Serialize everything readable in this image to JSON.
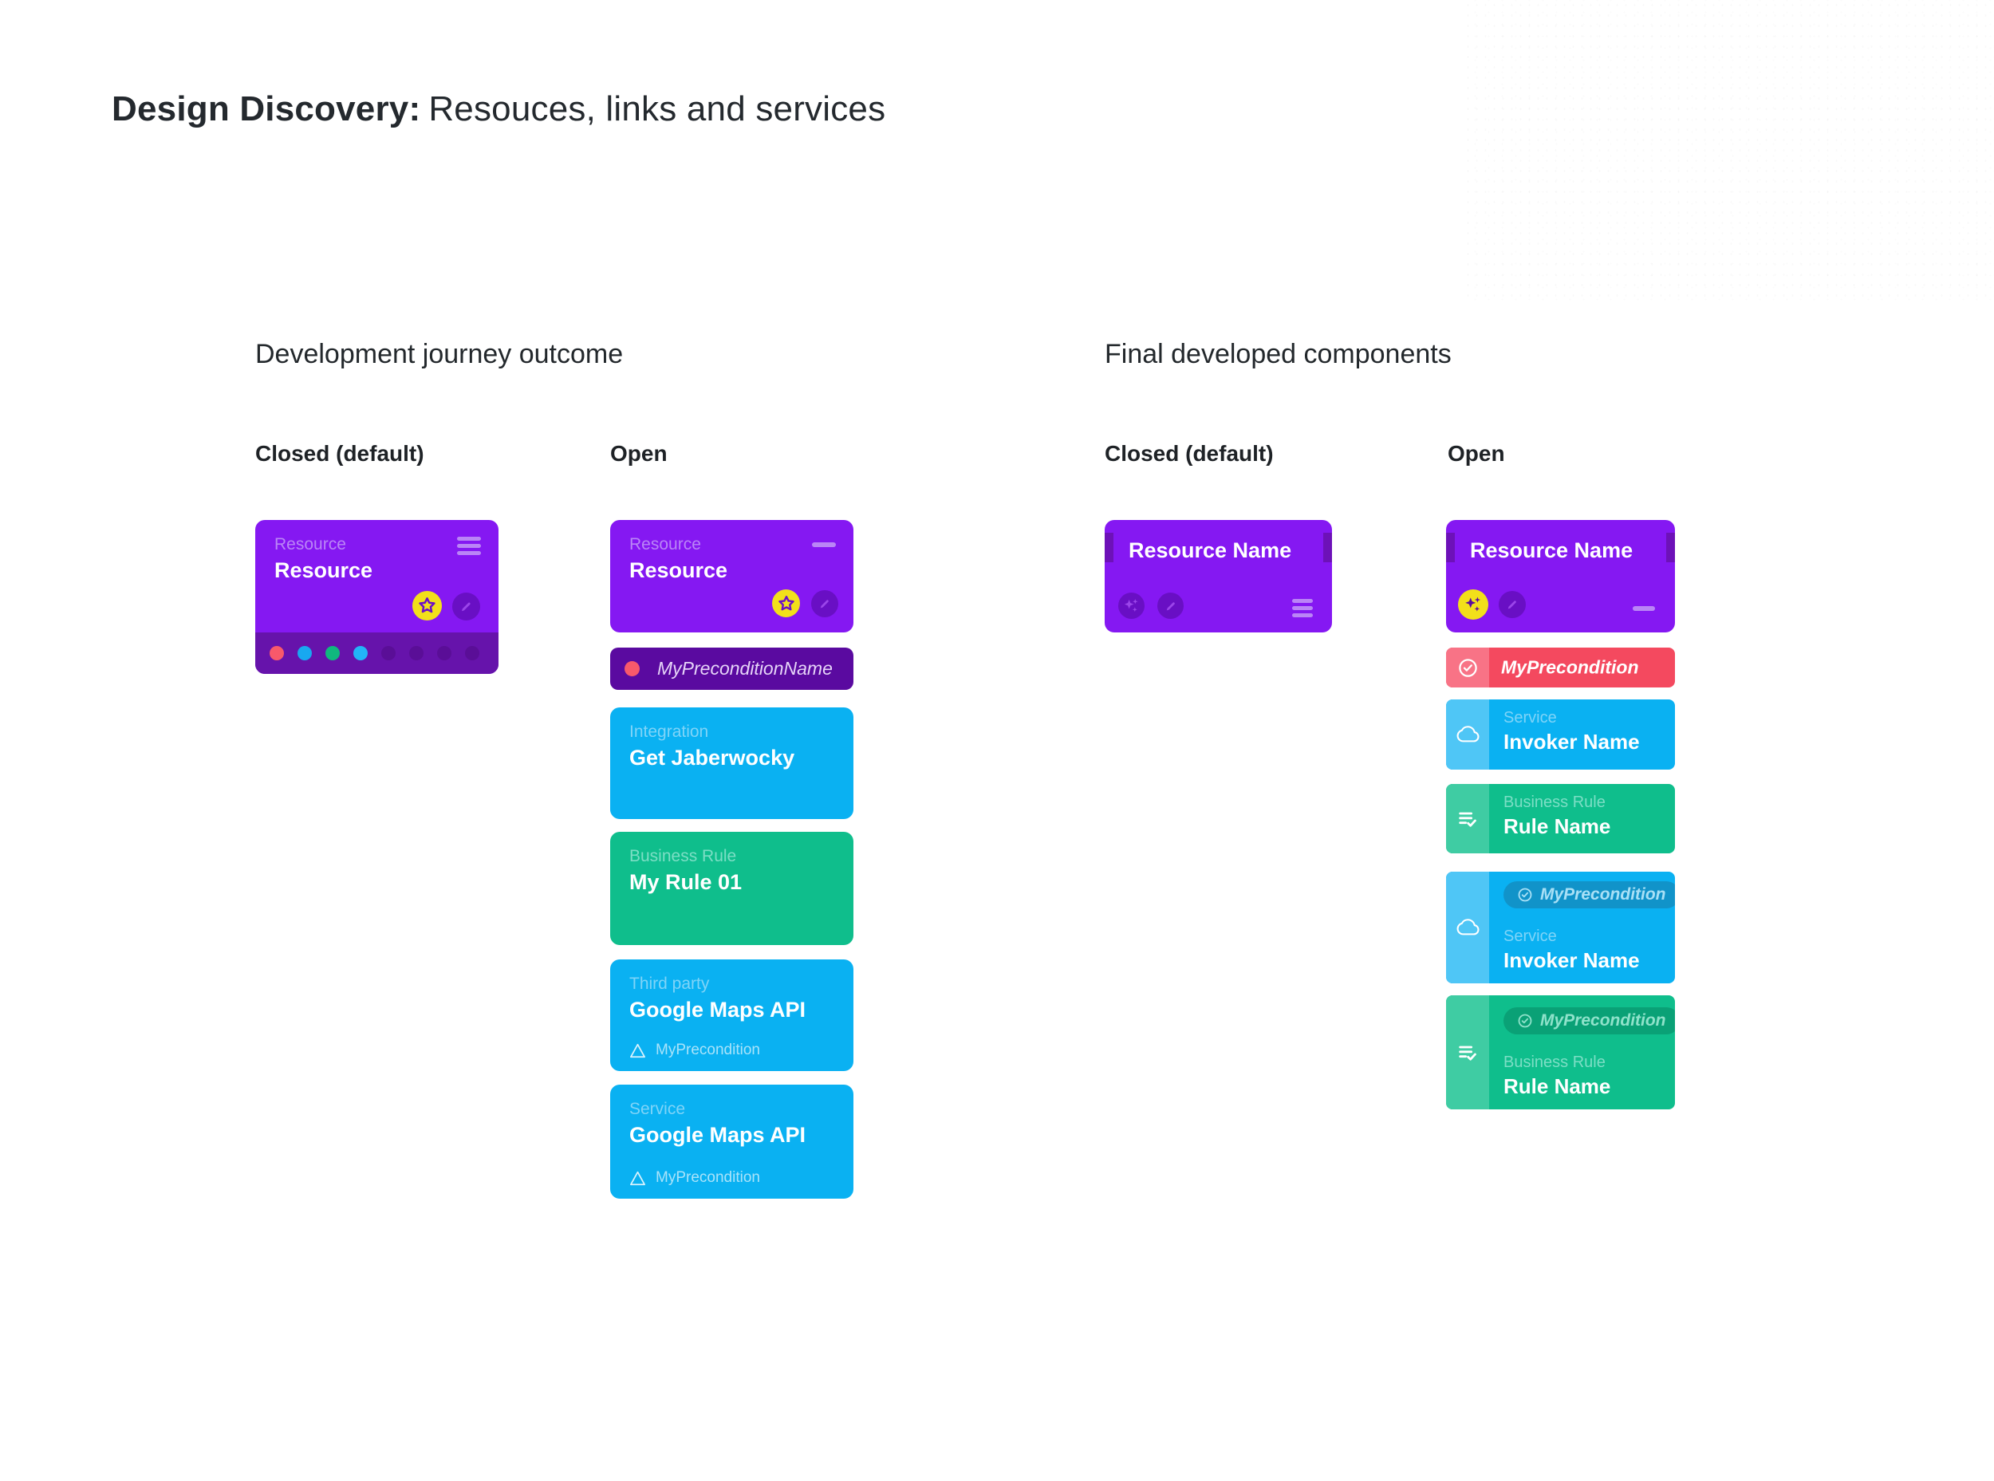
{
  "title": {
    "bold": "Design Discovery:",
    "regular": "Resouces, links and services"
  },
  "sections": {
    "development": {
      "heading": "Development journey outcome",
      "closed_label": "Closed (default)",
      "open_label": "Open",
      "closed_card": {
        "type_label": "Resource",
        "name": "Resource",
        "link_dot_colors": [
          "#F8596B",
          "#18A8F0",
          "#10B87E",
          "#22B4F8",
          "#5A0E97",
          "#5A0E97",
          "#5A0E97",
          "#5A0E97"
        ]
      },
      "open_card": {
        "type_label": "Resource",
        "name": "Resource"
      },
      "precondition_bar": {
        "text": "MyPreconditionName",
        "dot_color": "#F8596B"
      },
      "integration_card": {
        "type_label": "Integration",
        "name": "Get Jaberwocky"
      },
      "business_rule_card": {
        "type_label": "Business Rule",
        "name": "My Rule 01"
      },
      "third_party_card": {
        "type_label": "Third party",
        "name": "Google Maps API",
        "precondition": "MyPrecondition"
      },
      "service_card": {
        "type_label": "Service",
        "name": "Google Maps API",
        "precondition": "MyPrecondition"
      }
    },
    "final": {
      "heading": "Final developed components",
      "closed_label": "Closed (default)",
      "open_label": "Open",
      "closed_card": {
        "name": "Resource Name"
      },
      "open_card": {
        "name": "Resource Name"
      },
      "precondition_card": {
        "text": "MyPrecondition"
      },
      "service_card": {
        "type_label": "Service",
        "name": "Invoker Name"
      },
      "business_rule_card": {
        "type_label": "Business Rule",
        "name": "Rule Name"
      },
      "service_with_precondition_card": {
        "badge": "MyPrecondition",
        "type_label": "Service",
        "name": "Invoker Name"
      },
      "business_rule_with_precondition_card": {
        "badge": "MyPrecondition",
        "type_label": "Business Rule",
        "name": "Rule Name"
      }
    }
  },
  "icons": {
    "menu": "menu-icon",
    "minimize": "minus-icon",
    "favourite": "star-icon",
    "edit": "pencil-icon",
    "magic": "sparkles-icon",
    "service": "cloud-icon",
    "business_rule": "rule-check-icon",
    "precondition_ok": "check-circle-icon",
    "precondition_warning": "warning-triangle-icon",
    "link_slot": "dot"
  },
  "colors": {
    "background": "#FFFFFF",
    "text": "#24292E",
    "purple": "#8518F2",
    "purple_footer": "#6613AB",
    "purple_notch": "#6D11B8",
    "purple_bar": "#5A0AA0",
    "purple_circle": "#690FC4",
    "purple_glyph": "#9B45EA",
    "purple_label": "#BA85F6",
    "yellow": "#F2E01A",
    "blue": "#0AB1F2",
    "blue_strip": "#4FC6F6",
    "blue_badge": "#1193C9",
    "green": "#0FBE8C",
    "green_strip": "#3FCCA3",
    "green_badge": "#0AA176",
    "red": "#F4495F",
    "red_strip": "#F87386",
    "red_dot": "#F8596B"
  }
}
